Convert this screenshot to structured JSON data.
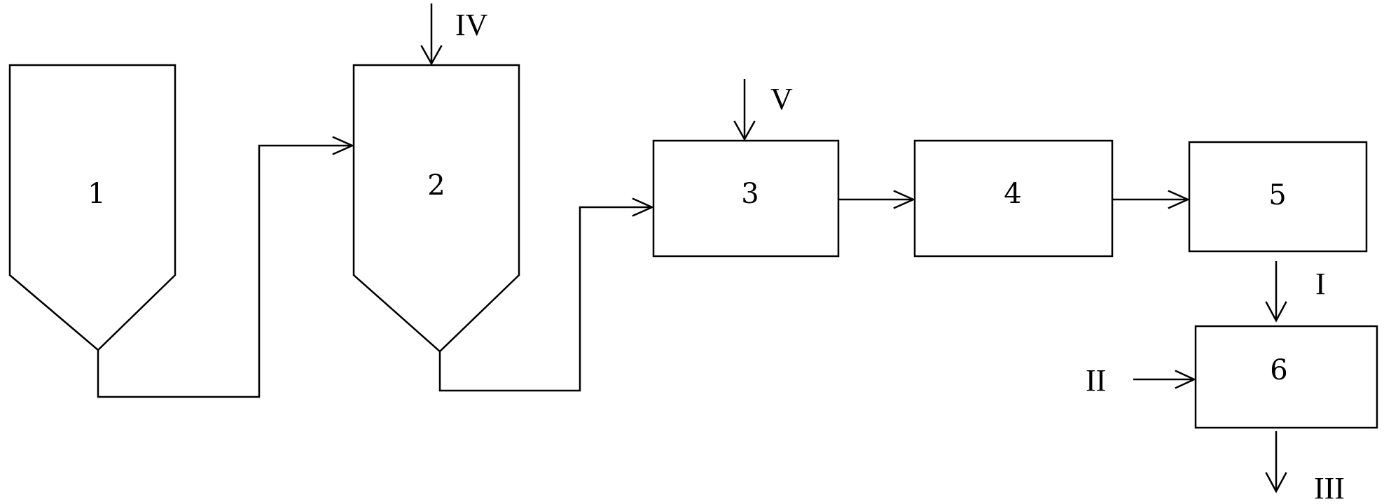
{
  "nodes": [
    {
      "id": "1",
      "label": "1",
      "shape": "hopper"
    },
    {
      "id": "2",
      "label": "2",
      "shape": "hopper"
    },
    {
      "id": "3",
      "label": "3",
      "shape": "rectangle"
    },
    {
      "id": "4",
      "label": "4",
      "shape": "rectangle"
    },
    {
      "id": "5",
      "label": "5",
      "shape": "rectangle"
    },
    {
      "id": "6",
      "label": "6",
      "shape": "rectangle"
    }
  ],
  "edges": [
    {
      "from": "1",
      "to": "2"
    },
    {
      "from": "2",
      "to": "3"
    },
    {
      "from": "3",
      "to": "4"
    },
    {
      "from": "4",
      "to": "5"
    },
    {
      "from": "5",
      "to": "6",
      "label": "I"
    }
  ],
  "streams": [
    {
      "label": "IV",
      "to": "2",
      "direction": "in"
    },
    {
      "label": "V",
      "to": "3",
      "direction": "in"
    },
    {
      "label": "I",
      "to": "6",
      "direction": "in"
    },
    {
      "label": "II",
      "to": "6",
      "direction": "in"
    },
    {
      "label": "III",
      "from": "6",
      "direction": "out"
    }
  ],
  "colors": {
    "line": "#000000",
    "background": "#ffffff"
  }
}
